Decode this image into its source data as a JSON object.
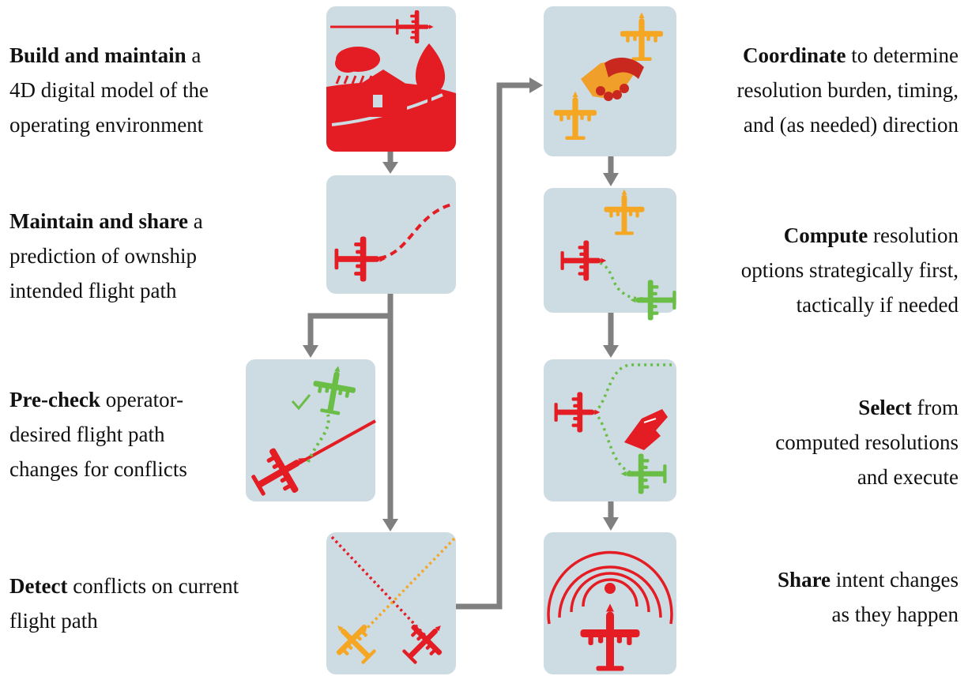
{
  "colors": {
    "panel": "#cddbe3",
    "red": "#e41c23",
    "orange": "#f5a623",
    "green": "#6abd45",
    "arrow": "#808080",
    "skin_dark": "#c8281e",
    "skin_orange": "#f0a02a"
  },
  "steps": [
    {
      "id": "build",
      "bold": "Build and maintain",
      "rest_lines": [
        " a",
        "4D digital model of the",
        "operating environment"
      ]
    },
    {
      "id": "predict",
      "bold": "Maintain and share",
      "rest_lines": [
        " a",
        "prediction of ownship",
        "intended flight path"
      ]
    },
    {
      "id": "precheck",
      "bold": "Pre-check",
      "rest_lines": [
        " operator-",
        "desired flight path",
        "changes for conflicts"
      ]
    },
    {
      "id": "detect",
      "bold": "Detect",
      "rest_lines": [
        " conflicts on current",
        "flight path"
      ]
    },
    {
      "id": "coordinate",
      "bold": "Coordinate",
      "rest_lines": [
        " to determine",
        "resolution burden, timing,",
        "and (as needed) direction"
      ]
    },
    {
      "id": "compute",
      "bold": "Compute",
      "rest_lines": [
        " resolution",
        "options strategically  first,",
        "tactically  if needed"
      ]
    },
    {
      "id": "select",
      "bold": "Select",
      "rest_lines": [
        " from",
        "computed resolutions",
        "and execute"
      ]
    },
    {
      "id": "share",
      "bold": "Share",
      "rest_lines": [
        " intent changes",
        "as they happen"
      ]
    }
  ],
  "icons": [
    "environment-icon",
    "intent-path-icon",
    "precheck-icon",
    "conflict-detect-icon",
    "handshake-icon",
    "resolution-options-icon",
    "select-resolution-icon",
    "broadcast-icon"
  ]
}
